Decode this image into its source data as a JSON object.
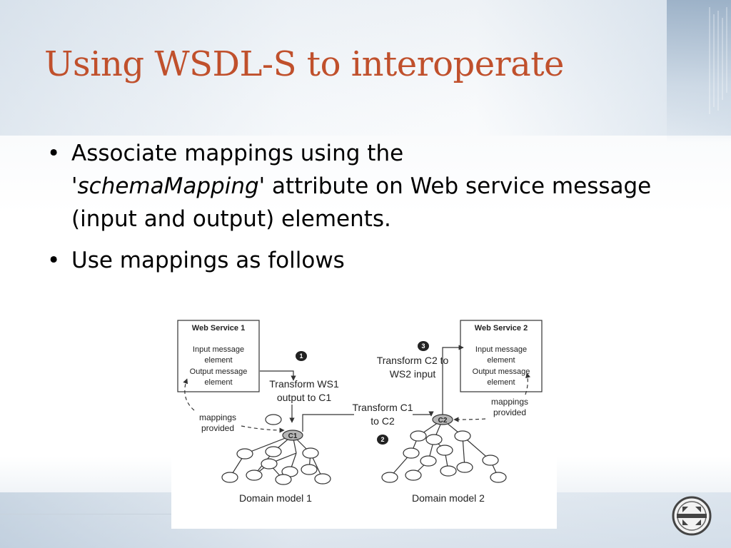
{
  "slide": {
    "title": "Using WSDL-S to interoperate",
    "bullets": [
      {
        "pre": "Associate mappings using the ",
        "emph": "'schemaMapping'",
        "post": " attribute on Web service message (input and output) elements."
      },
      {
        "pre": "Use mappings as follows",
        "emph": "",
        "post": ""
      }
    ]
  },
  "diagram": {
    "ws1": {
      "title": "Web Service 1",
      "lines": [
        "Input message",
        "element",
        "Output message",
        "element"
      ]
    },
    "ws2": {
      "title": "Web Service 2",
      "lines": [
        "Input message",
        "element",
        "Output message",
        "element"
      ]
    },
    "step1": {
      "num": "1",
      "lines": [
        "Transform WS1",
        "output to C1"
      ]
    },
    "step2": {
      "num": "2",
      "lines": [
        "Transform C1",
        "to C2"
      ]
    },
    "step3": {
      "num": "3",
      "lines": [
        "Transform C2 to",
        "WS2 input"
      ]
    },
    "mappings_left": [
      "mappings",
      "provided"
    ],
    "mappings_right": [
      "mappings",
      "provided"
    ],
    "c1": "C1",
    "c2": "C2",
    "model1": "Domain model 1",
    "model2": "Domain model 2"
  },
  "colors": {
    "title": "#c0502c",
    "text": "#000000"
  },
  "icons": {
    "logo": "lsdis-logo-icon"
  }
}
